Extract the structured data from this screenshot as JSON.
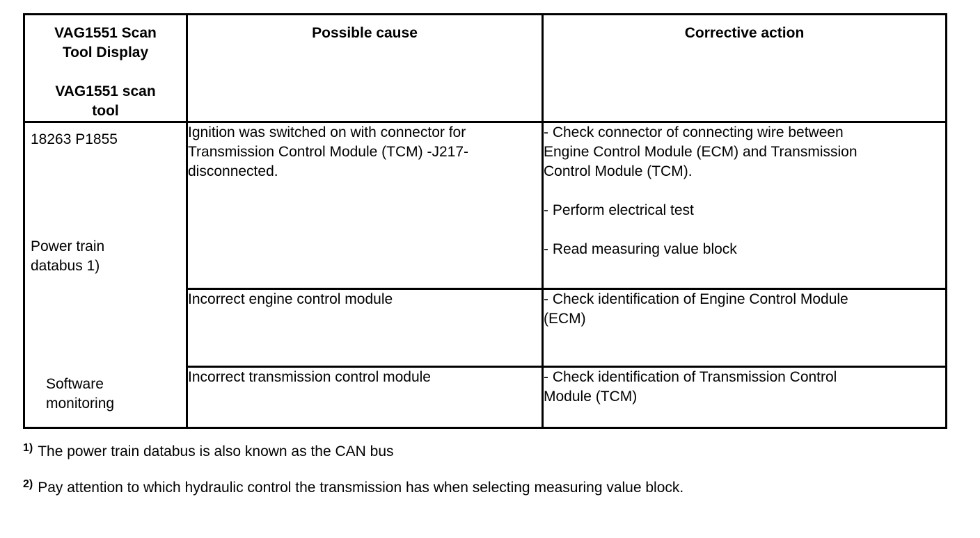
{
  "page": {
    "background": "#ffffff",
    "text_color": "#000000",
    "border_color": "#000000"
  },
  "table": {
    "header": {
      "scan_tool_display": "VAG1551 Scan\nTool Display\n\nVAG1551 scan\ntool",
      "possible_cause": "Possible cause",
      "corrective_action": "Corrective action"
    },
    "dtc": {
      "code": "18263 P1855",
      "databus_label": "Power train\ndatabus 1)",
      "software_label": "Software\nmonitoring"
    },
    "rows": [
      {
        "possible_cause": "Ignition was switched on with connector for\nTransmission Control Module (TCM) -J217-\ndisconnected.",
        "corrective_actions": [
          "- Check connector of connecting wire between\nEngine Control Module (ECM) and Transmission\nControl Module (TCM).",
          "- Perform electrical test",
          "- Read measuring value block"
        ]
      },
      {
        "possible_cause": "Incorrect engine control module",
        "corrective_actions": [
          "- Check identification of Engine Control Module\n(ECM)"
        ]
      },
      {
        "possible_cause": "Incorrect transmission control module",
        "corrective_actions": [
          "- Check identification of Transmission Control\nModule (TCM)"
        ]
      }
    ]
  },
  "footnotes": [
    {
      "marker": "1)",
      "text": "The power train databus is also known as the CAN bus"
    },
    {
      "marker": "2)",
      "text": "Pay attention to which hydraulic control the transmission has when selecting measuring value block."
    }
  ]
}
